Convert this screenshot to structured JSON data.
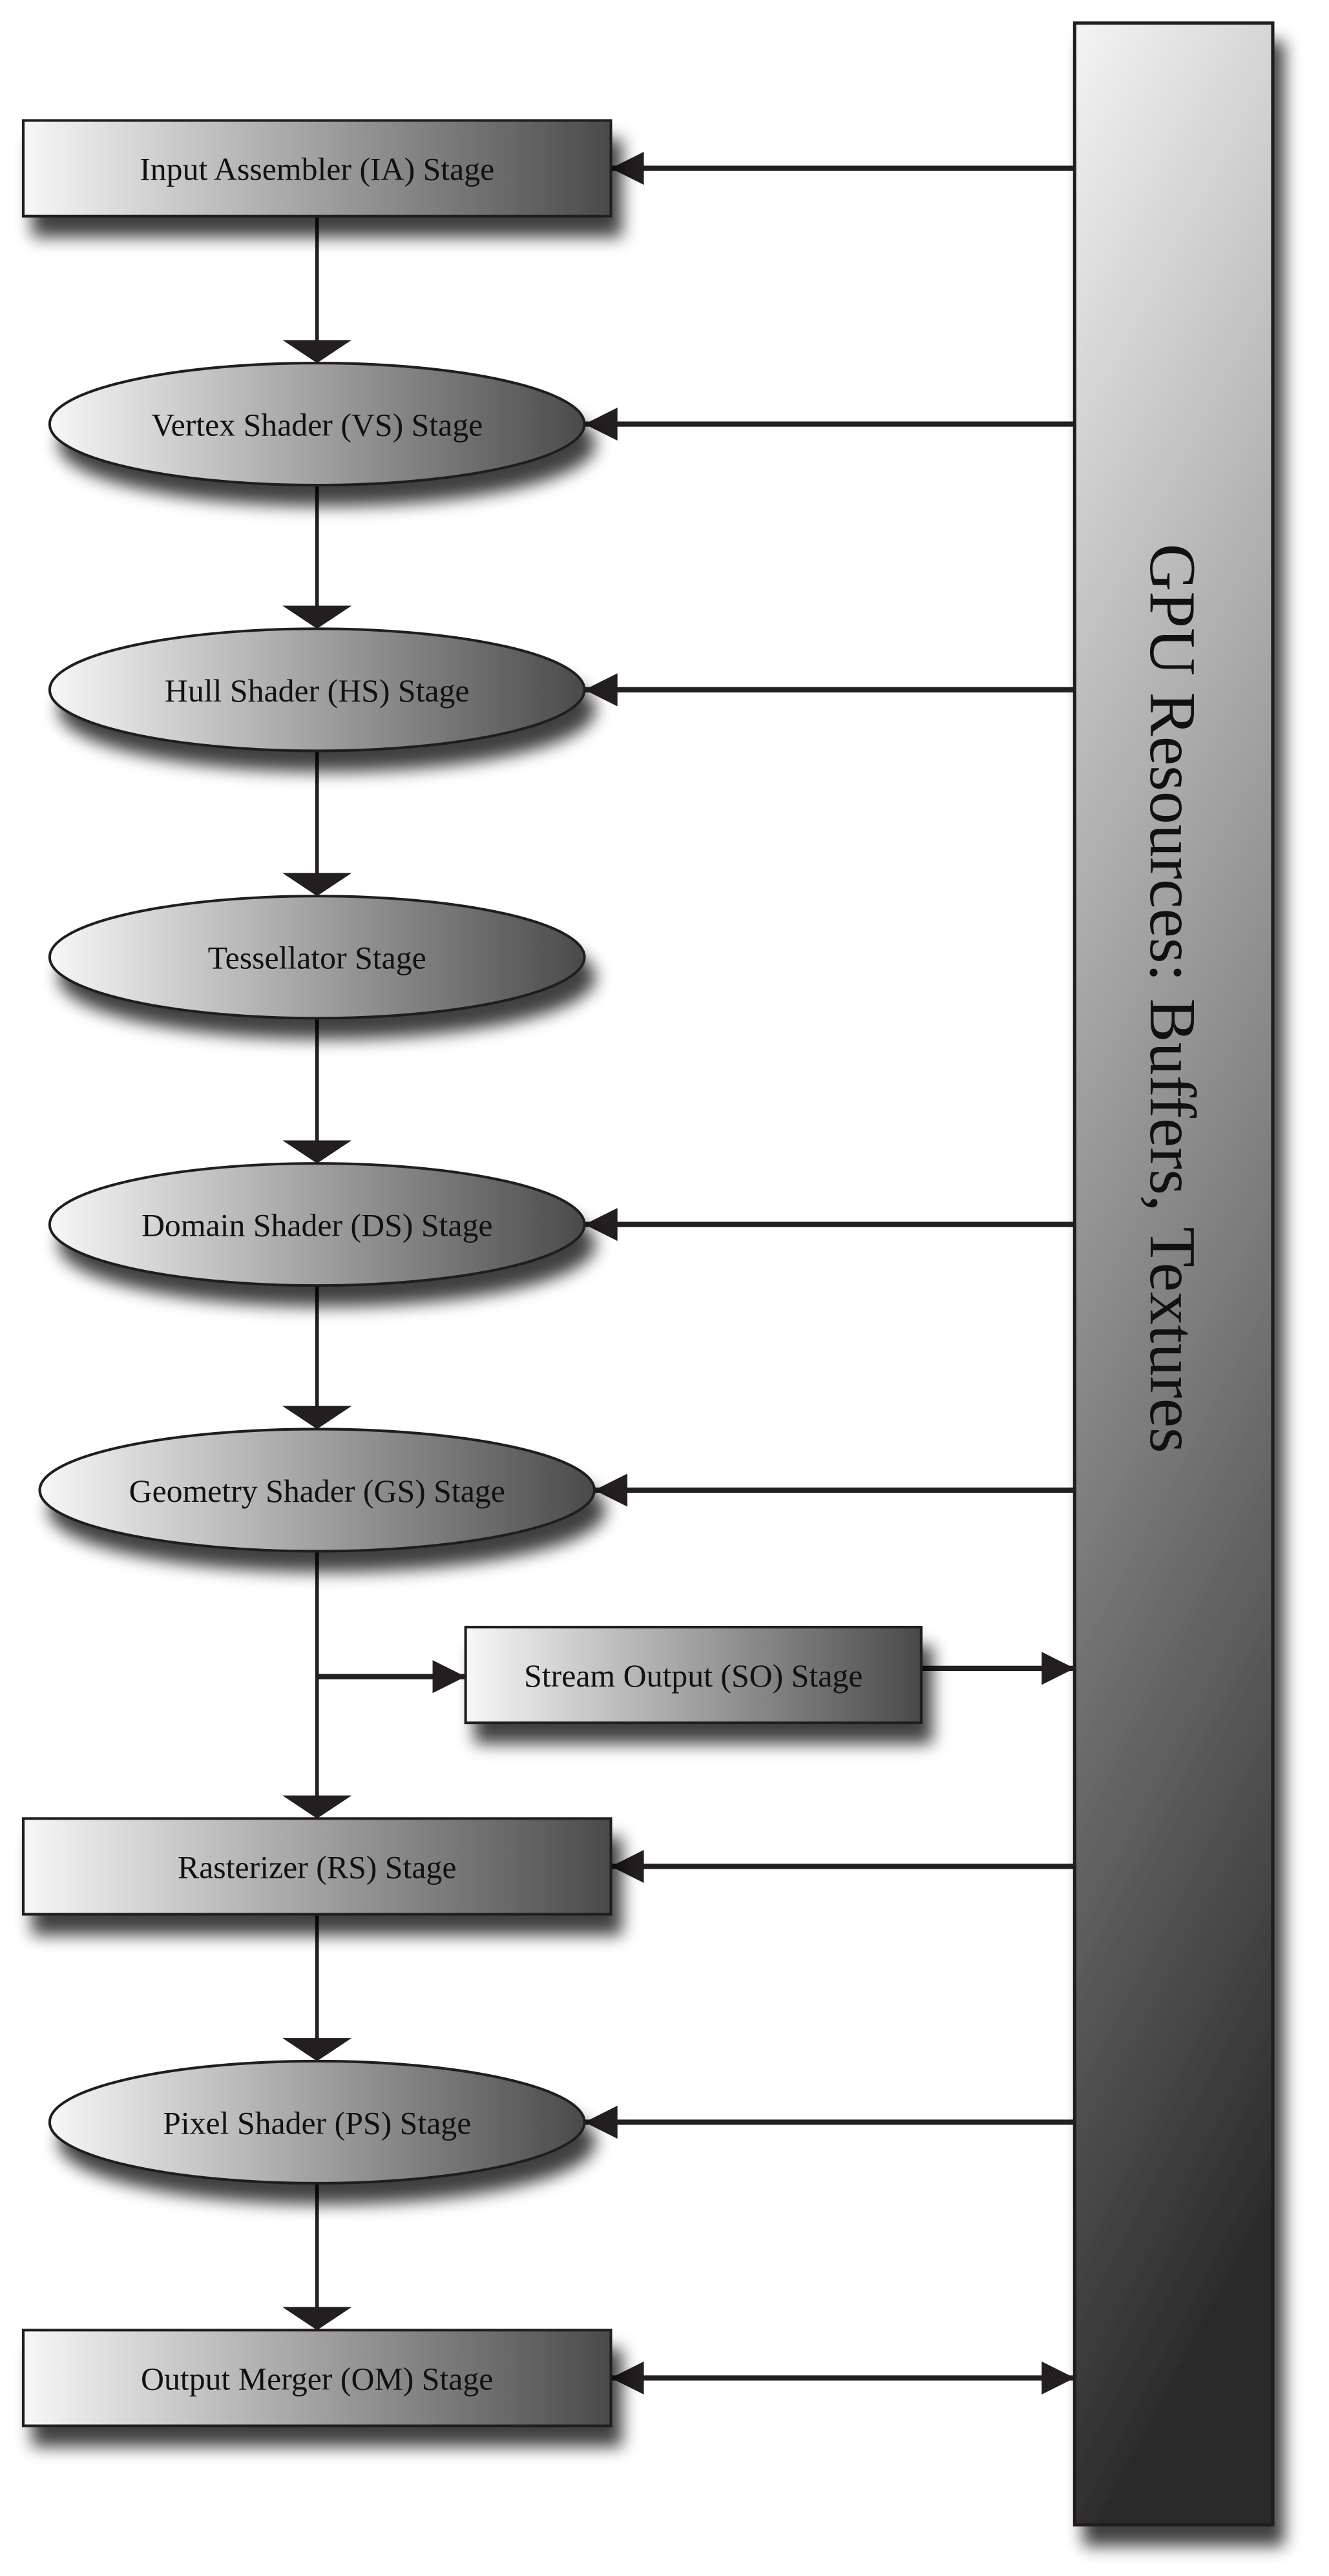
{
  "resources": {
    "label": "GPU Resources: Buffers, Textures"
  },
  "stages": [
    {
      "id": "ia",
      "label": "Input Assembler (IA) Stage",
      "shape": "rect",
      "resource_link": "in"
    },
    {
      "id": "vs",
      "label": "Vertex Shader (VS) Stage",
      "shape": "ellipse",
      "resource_link": "in"
    },
    {
      "id": "hs",
      "label": "Hull Shader (HS) Stage",
      "shape": "ellipse",
      "resource_link": "in"
    },
    {
      "id": "ts",
      "label": "Tessellator Stage",
      "shape": "ellipse",
      "resource_link": "none"
    },
    {
      "id": "ds",
      "label": "Domain Shader (DS) Stage",
      "shape": "ellipse",
      "resource_link": "in"
    },
    {
      "id": "gs",
      "label": "Geometry Shader (GS) Stage",
      "shape": "ellipse",
      "resource_link": "in"
    },
    {
      "id": "rs",
      "label": "Rasterizer (RS) Stage",
      "shape": "rect",
      "resource_link": "in"
    },
    {
      "id": "ps",
      "label": "Pixel Shader (PS) Stage",
      "shape": "ellipse",
      "resource_link": "in"
    },
    {
      "id": "om",
      "label": "Output Merger (OM) Stage",
      "shape": "rect",
      "resource_link": "both"
    }
  ],
  "stream_output": {
    "label": "Stream Output (SO) Stage",
    "shape": "rect",
    "resource_link": "out"
  },
  "colors": {
    "stroke": "#231f20",
    "fill_light": "#f7f7f7",
    "fill_dark": "#4a4a4a",
    "bar_top": "#f4f4f4",
    "bar_bottom": "#2b2b2b"
  }
}
